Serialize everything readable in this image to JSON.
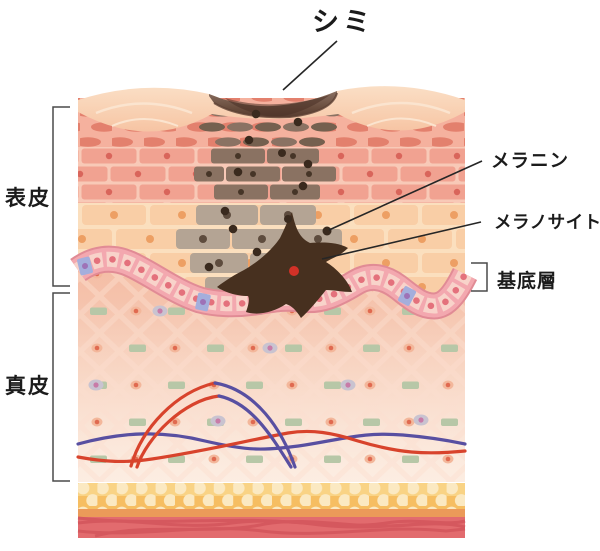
{
  "diagram": {
    "type": "skin-cross-section-anatomy",
    "labels": {
      "spot": "シミ",
      "melanin": "メラニン",
      "melanocyte": "メラノサイト",
      "basal_layer": "基底層",
      "epidermis": "表皮",
      "dermis": "真皮"
    },
    "colors": {
      "spot_brown": "#6B4B3B",
      "melanin_granule": "#3A2A1E",
      "melanocyte_body": "#47301F",
      "melanocyte_nucleus": "#D23127",
      "vessel_red": "#D8432C",
      "vessel_blue": "#584FA1",
      "basal_band_pink": "#F3A8AF",
      "annotation_line": "#262626"
    }
  }
}
